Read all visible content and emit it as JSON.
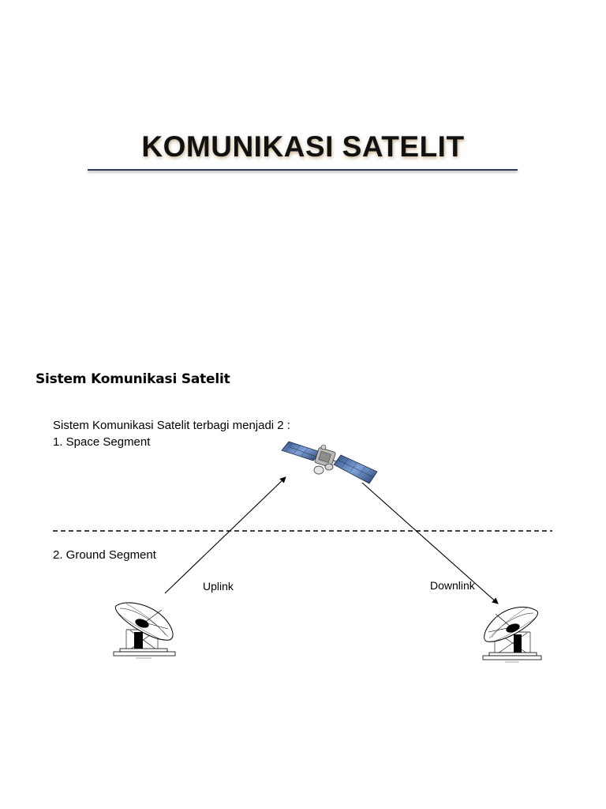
{
  "title": "KOMUNIKASI SATELIT",
  "section_heading": "Sistem Komunikasi Satelit",
  "intro": "Sistem Komunikasi Satelit terbagi menjadi 2 :",
  "item1": "1. Space Segment",
  "item2": "2. Ground Segment",
  "uplink_label": "Uplink",
  "downlink_label": "Downlink"
}
